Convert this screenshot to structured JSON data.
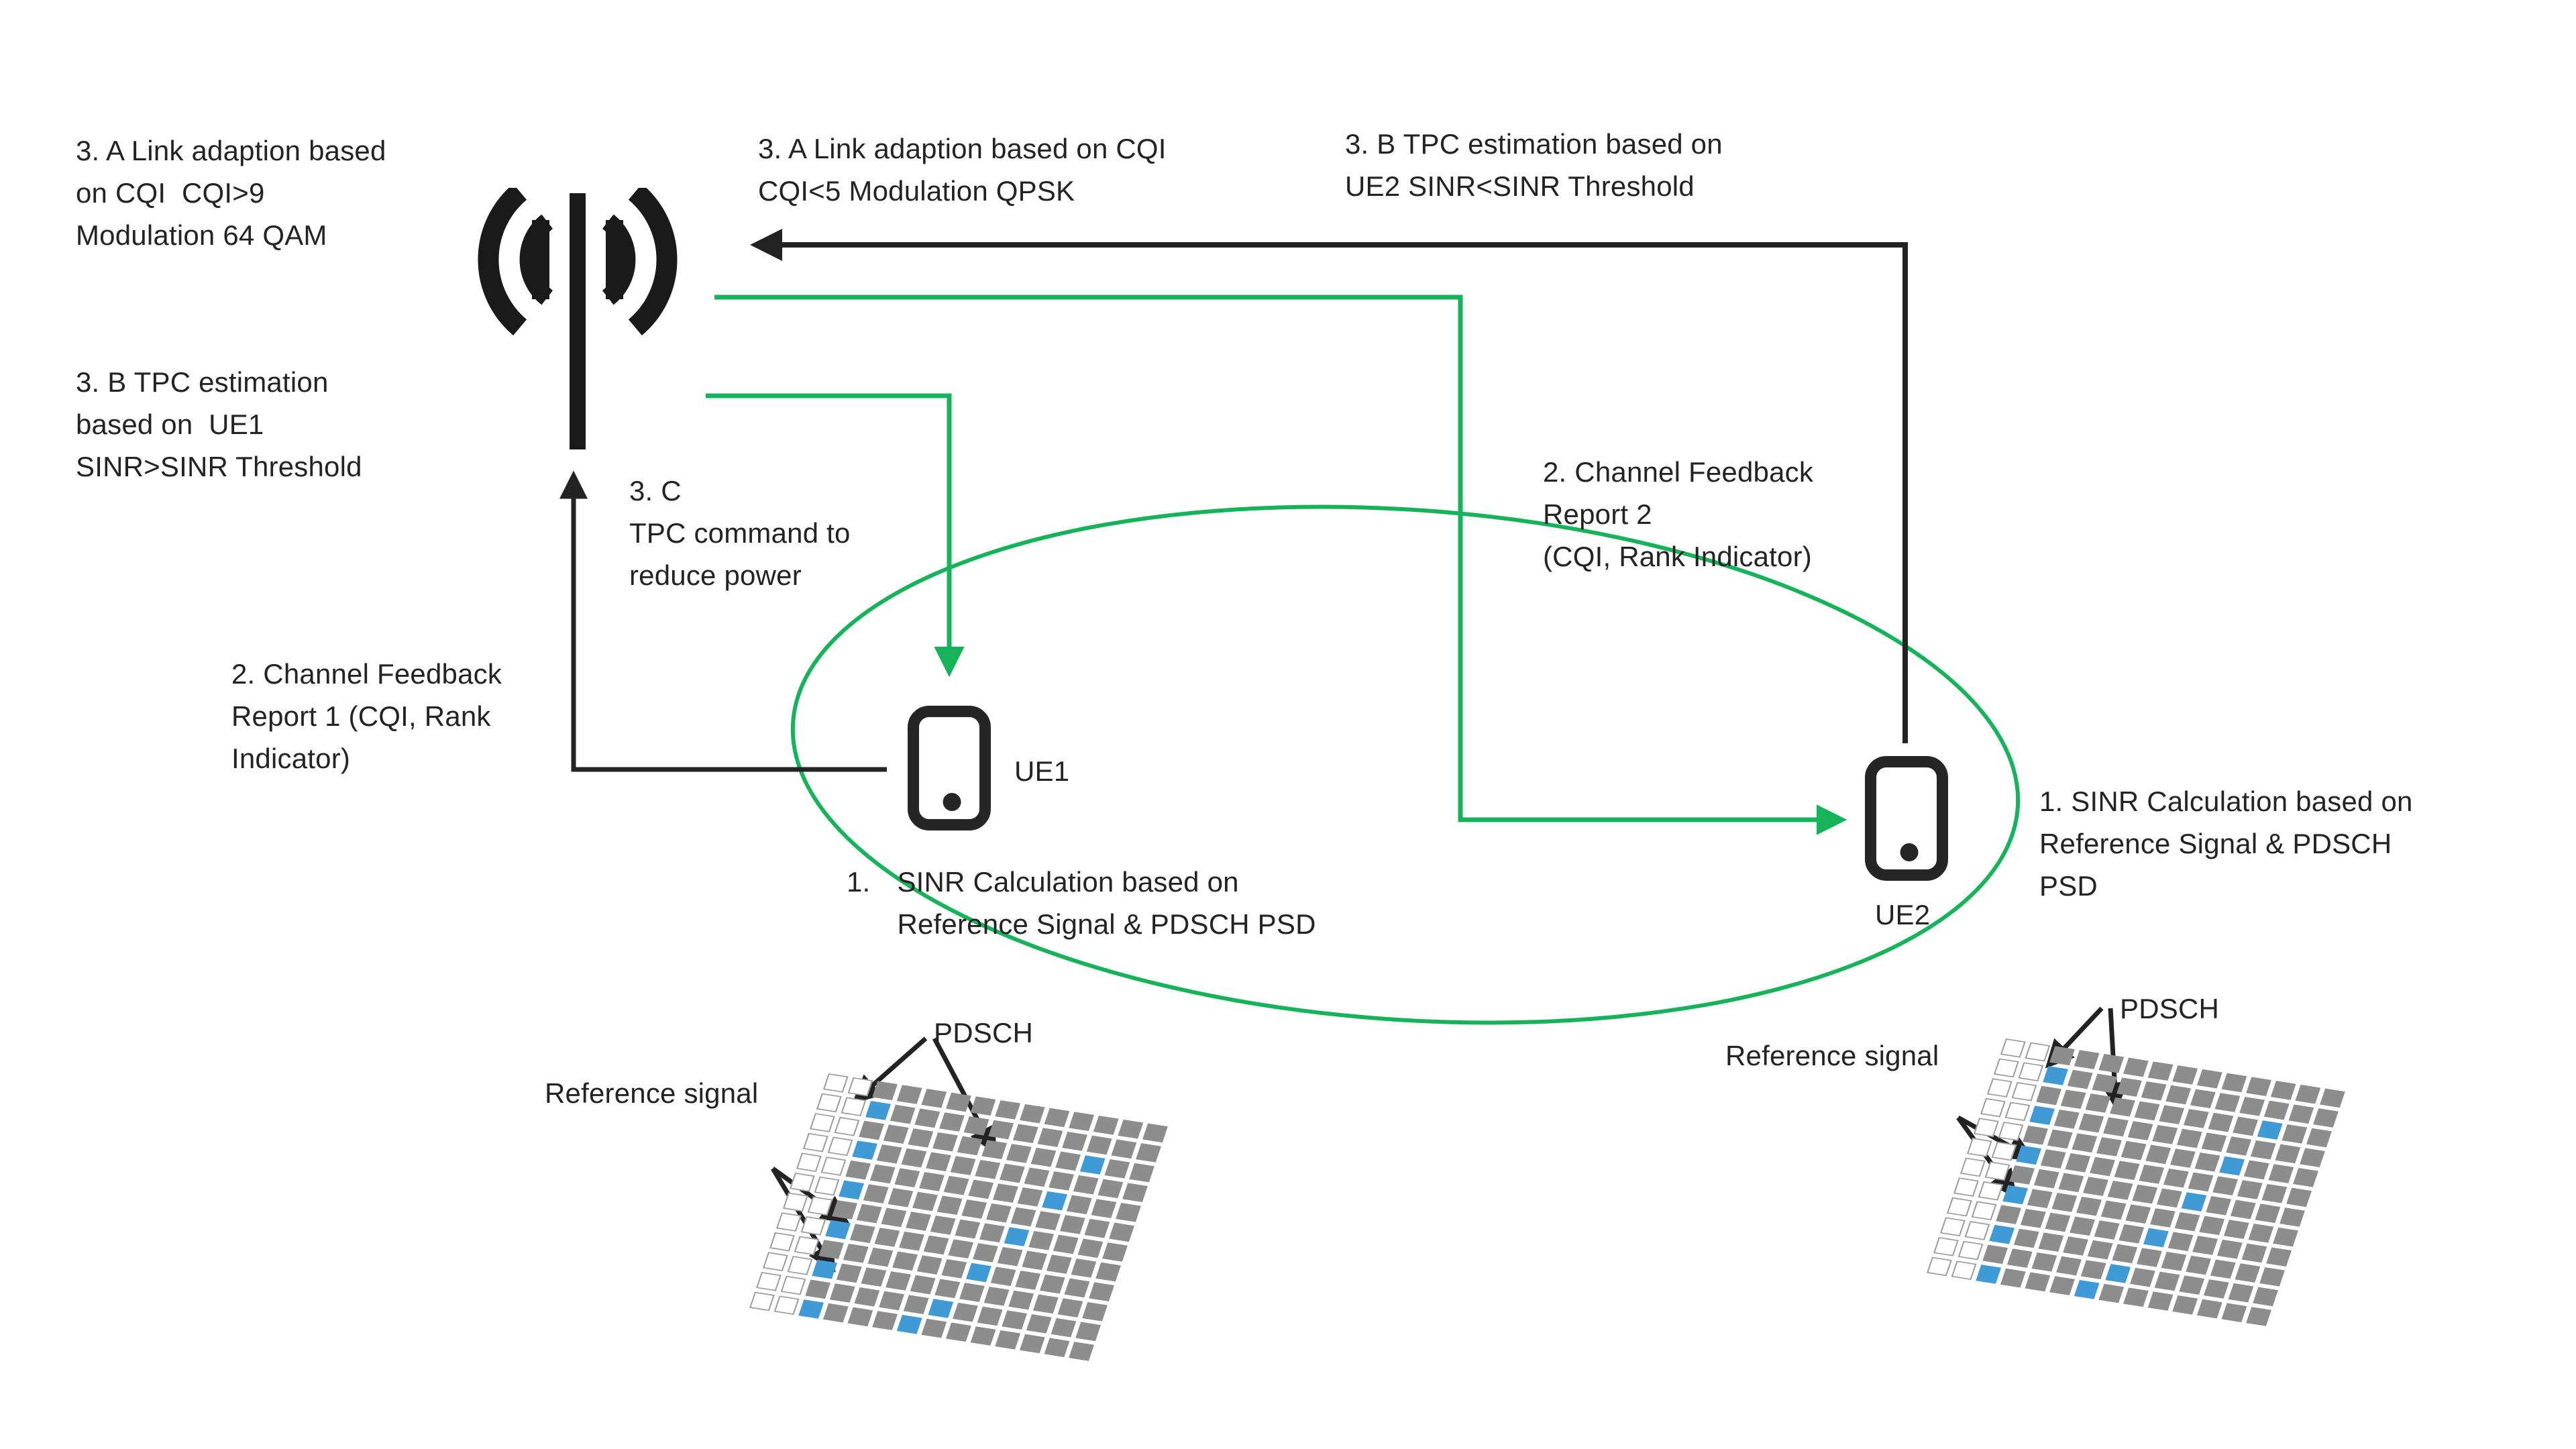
{
  "colors": {
    "ink": "#232323",
    "green": "#17b35a",
    "grid_gray": "#8d8d8d",
    "grid_blue": "#3f9ad6",
    "grid_white_border": "#9b9b9b"
  },
  "labels": {
    "link_adaption_ue1": "3. A Link adaption based\non CQI  CQI>9\nModulation 64 QAM",
    "link_adaption_ue2": "3. A Link adaption based on CQI\nCQI<5 Modulation QPSK",
    "tpc_estimation_ue2": "3. B TPC estimation based on\nUE2 SINR<SINR Threshold",
    "tpc_estimation_ue1": "3. B TPC estimation\nbased on  UE1\nSINR>SINR Threshold",
    "tpc_command": "3. C\nTPC command to\nreduce power",
    "channel_feedback_report1": "2. Channel Feedback\nReport 1 (CQI, Rank\nIndicator)",
    "channel_feedback_report2": "2. Channel Feedback\nReport 2\n(CQI, Rank Indicator)",
    "ue1": "UE1",
    "ue2": "UE2",
    "sinr_calc_ue1_num": "1.",
    "sinr_calc_ue1_body": "SINR Calculation based on\nReference Signal & PDSCH PSD",
    "sinr_calc_ue2": "1. SINR Calculation based on\nReference Signal & PDSCH\nPSD",
    "reference_signal_left": "Reference signal",
    "pdsch_left": "PDSCH",
    "reference_signal_right": "Reference signal",
    "pdsch_right": "PDSCH"
  },
  "grid": {
    "rows": 12,
    "cols": 14,
    "white_cols": 2,
    "blue_cells": [
      [
        1,
        2
      ],
      [
        3,
        2
      ],
      [
        5,
        2
      ],
      [
        7,
        2
      ],
      [
        9,
        2
      ],
      [
        11,
        2
      ],
      [
        2,
        11
      ],
      [
        4,
        10
      ],
      [
        6,
        9
      ],
      [
        8,
        8
      ],
      [
        10,
        7
      ],
      [
        11,
        6
      ]
    ]
  }
}
